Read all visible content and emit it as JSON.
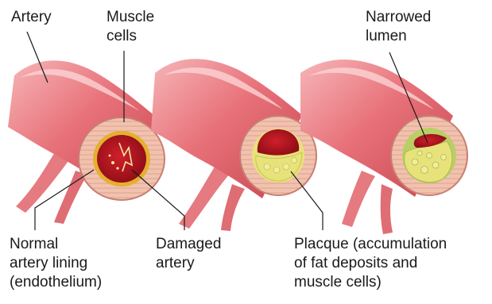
{
  "labels": {
    "artery": "Artery",
    "muscle_cells": [
      "Muscle",
      "cells"
    ],
    "narrowed_lumen": [
      "Narrowed",
      "lumen"
    ],
    "normal_lining": [
      "Normal",
      "artery lining",
      "(endothelium)"
    ],
    "damaged_artery": [
      "Damaged",
      "artery"
    ],
    "plaque": [
      "Placque (accumulation",
      "of fat deposits and",
      "muscle cells)"
    ]
  },
  "colors": {
    "artery_body": "#e8727a",
    "artery_highlight": "#f7b3b5",
    "artery_shadow": "#c8454f",
    "wall_ring": "#f1c2ae",
    "wall_edge": "#c77f72",
    "lumen": "#b5141e",
    "plaque_yellow": "#e8e27a",
    "plaque_green": "#b9cf66",
    "leader_line": "#1a1a1a"
  }
}
